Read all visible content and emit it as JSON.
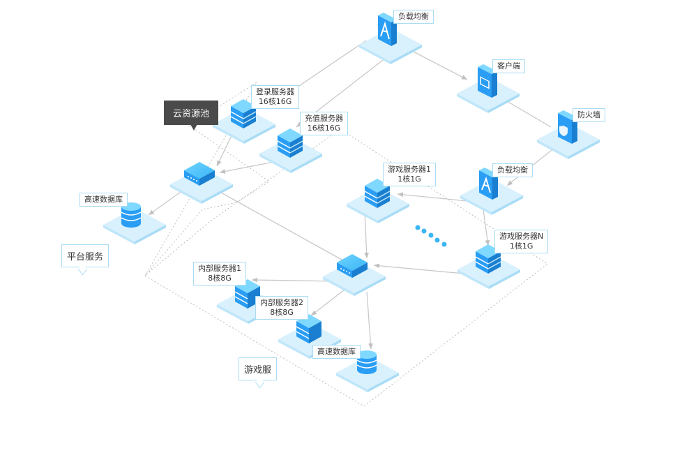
{
  "groups": {
    "cloud_pool": "云资源池",
    "platform_service": "平台服务",
    "game_service": "游戏服"
  },
  "nodes": {
    "lb_top": {
      "name": "负载均衡"
    },
    "client": {
      "name": "客户端"
    },
    "firewall": {
      "name": "防火墙"
    },
    "lb_mid": {
      "name": "负载均衡"
    },
    "login": {
      "name": "登录服务器",
      "spec": "16核16G"
    },
    "recharge": {
      "name": "充值服务器",
      "spec": "16核16G"
    },
    "db_platform": {
      "name": "高速数据库"
    },
    "game1": {
      "name": "游戏服务器1",
      "spec": "1核1G"
    },
    "gameN": {
      "name": "游戏服务器N",
      "spec": "1核1G"
    },
    "internal1": {
      "name": "内部服务器1",
      "spec": "8核8G"
    },
    "internal2": {
      "name": "内部服务器2",
      "spec": "8核8G"
    },
    "db_game": {
      "name": "高速数据库"
    }
  },
  "colors": {
    "accent": "#2a9df4",
    "platform": "#d8f0fc",
    "line": "#c6c6c6",
    "label_border": "#a9dcf4"
  }
}
